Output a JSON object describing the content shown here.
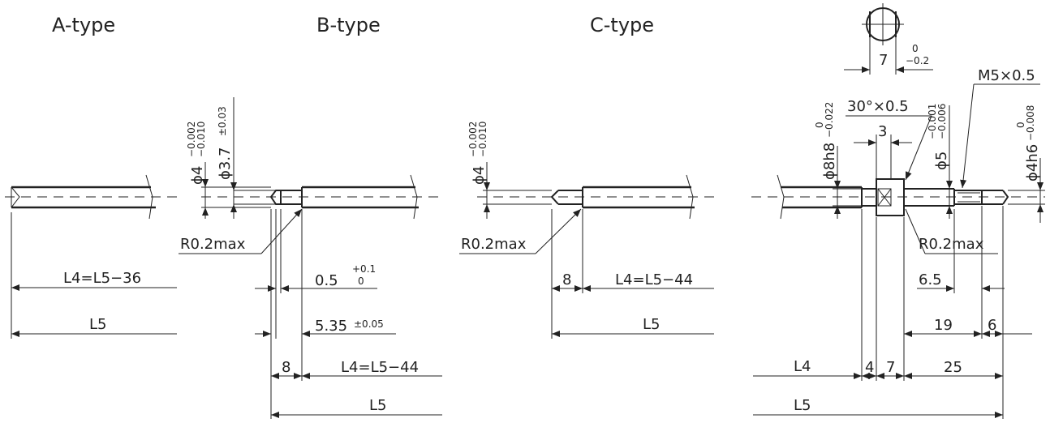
{
  "titles": {
    "a": "A-type",
    "b": "B-type",
    "c": "C-type"
  },
  "a_type": {
    "dim_l4": "L4=L5−36",
    "dim_l5": "L5"
  },
  "b_type": {
    "dia4_main": "ϕ4",
    "dia4_tol_upper": "−0.002",
    "dia4_tol_lower": "−0.010",
    "dia37_main": "ϕ3.7",
    "dia37_tol": "±0.03",
    "radius": "R0.2max",
    "dim_05": "0.5",
    "dim_05_tol_upper": "+0.1",
    "dim_05_tol_lower": "0",
    "dim_535": "5.35",
    "dim_535_tol": "±0.05",
    "dim_8": "8",
    "dim_l4": "L4=L5−44",
    "dim_l5": "L5"
  },
  "c_type": {
    "dia4_main": "ϕ4",
    "dia4_tol_upper": "−0.002",
    "dia4_tol_lower": "−0.010",
    "radius": "R0.2max",
    "dim_8": "8",
    "dim_l4": "L4=L5−44",
    "dim_l5": "L5"
  },
  "d_type": {
    "flat_width": "7",
    "flat_tol_upper": "0",
    "flat_tol_lower": "−0.2",
    "thread": "M5×0.5",
    "chamfer": "30°×0.5",
    "dim_3": "3",
    "dia8_main": "ϕ8h8",
    "dia8_tol_upper": "0",
    "dia8_tol_lower": "−0.022",
    "dia5_main": "ϕ5",
    "dia5_tol_upper": "−0.001",
    "dia5_tol_lower": "−0.006",
    "dia4h6_main": "ϕ4h6",
    "dia4h6_tol_upper": "0",
    "dia4h6_tol_lower": "−0.008",
    "radius": "R0.2max",
    "dim_65": "6.5",
    "dim_19": "19",
    "dim_6": "6",
    "dim_l4": "L4",
    "dim_4": "4",
    "dim_7": "7",
    "dim_25": "25",
    "dim_l5": "L5"
  }
}
